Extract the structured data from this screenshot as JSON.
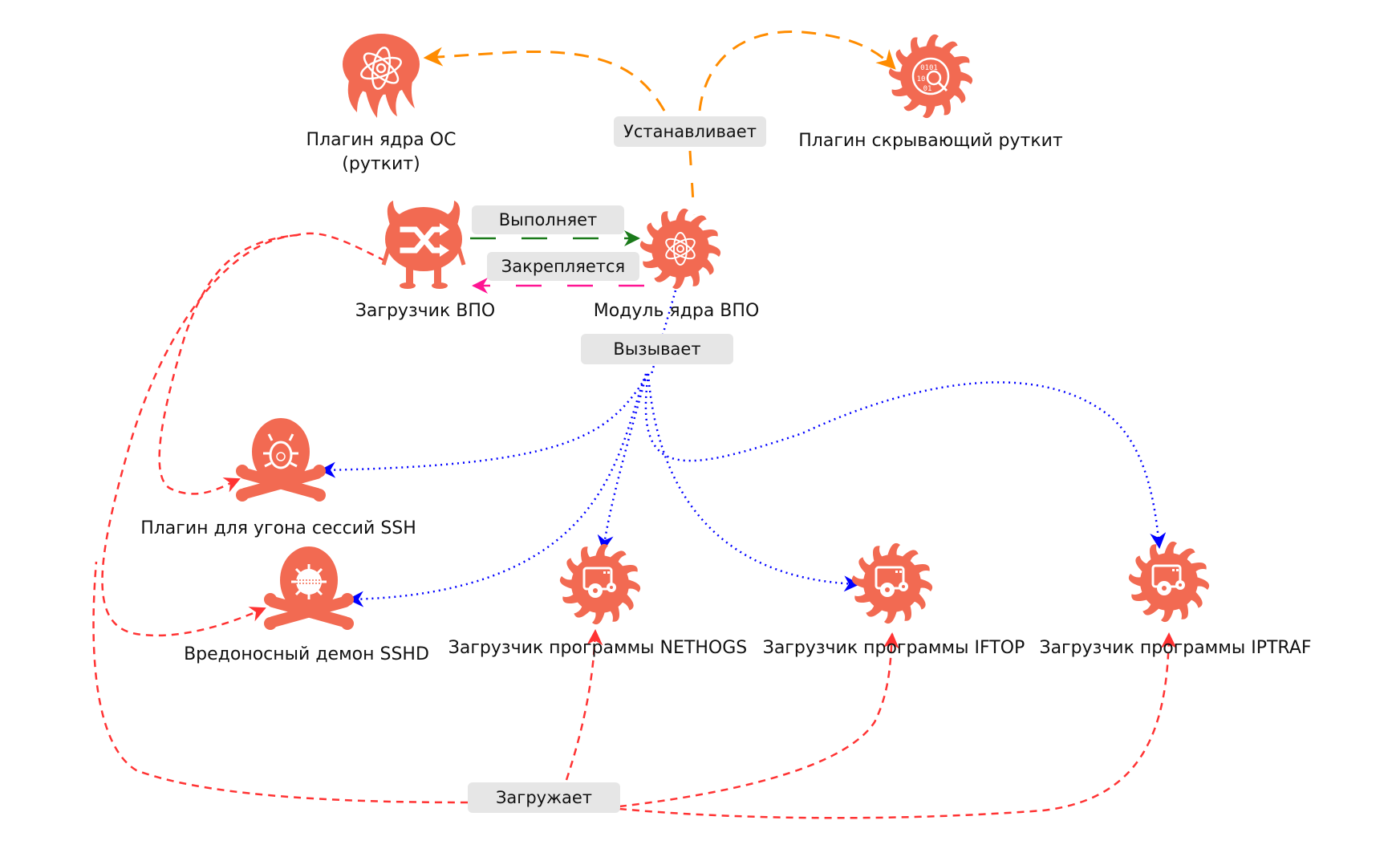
{
  "diagram": {
    "nodes": [
      {
        "id": "os_kernel_plugin",
        "label_lines": [
          "Плагин ядра ОС",
          "(руткит)"
        ],
        "icon": "octopus-atom-icon"
      },
      {
        "id": "rootkit_hider",
        "label_lines": [
          "Плагин скрывающий руткит"
        ],
        "icon": "sun-binary-magnifier-icon"
      },
      {
        "id": "malware_loader",
        "label_lines": [
          "Загрузчик ВПО"
        ],
        "icon": "devil-shuffle-icon"
      },
      {
        "id": "kernel_module",
        "label_lines": [
          "Модуль ядра ВПО"
        ],
        "icon": "sun-atom-icon"
      },
      {
        "id": "ssh_hijack_plugin",
        "label_lines": [
          "Плагин для угона сессий SSH"
        ],
        "icon": "skull-bug-biohazard-icon"
      },
      {
        "id": "malicious_sshd",
        "label_lines": [
          "Вредоносный демон SSHD"
        ],
        "icon": "skull-virus-icon"
      },
      {
        "id": "nethogs_loader",
        "label_lines": [
          "Загрузчик программы NETHOGS"
        ],
        "icon": "sun-app-gears-icon"
      },
      {
        "id": "iftop_loader",
        "label_lines": [
          "Загрузчик программы IFTOP"
        ],
        "icon": "sun-app-gears-icon"
      },
      {
        "id": "iptraf_loader",
        "label_lines": [
          "Загрузчик программы IPTRAF"
        ],
        "icon": "sun-app-gears-icon"
      }
    ],
    "edge_labels": {
      "installs": "Устанавливает",
      "executes": "Выполняет",
      "persists": "Закрепляется",
      "calls": "Вызывает",
      "loads": "Загружает"
    },
    "edges": [
      {
        "from": "kernel_module",
        "to": "os_kernel_plugin",
        "label": "installs",
        "style": "dashed",
        "color": "#ff8c00"
      },
      {
        "from": "kernel_module",
        "to": "rootkit_hider",
        "label": "installs",
        "style": "dashed",
        "color": "#ff8c00"
      },
      {
        "from": "malware_loader",
        "to": "kernel_module",
        "label": "executes",
        "style": "dashed",
        "color": "#1a7a1a"
      },
      {
        "from": "kernel_module",
        "to": "malware_loader",
        "label": "persists",
        "style": "dashed",
        "color": "#ff1493"
      },
      {
        "from": "kernel_module",
        "to": "ssh_hijack_plugin",
        "label": "calls",
        "style": "dotted",
        "color": "#0000ff"
      },
      {
        "from": "kernel_module",
        "to": "malicious_sshd",
        "label": "calls",
        "style": "dotted",
        "color": "#0000ff"
      },
      {
        "from": "kernel_module",
        "to": "nethogs_loader",
        "label": "calls",
        "style": "dotted",
        "color": "#0000ff"
      },
      {
        "from": "kernel_module",
        "to": "iftop_loader",
        "label": "calls",
        "style": "dotted",
        "color": "#0000ff"
      },
      {
        "from": "kernel_module",
        "to": "iptraf_loader",
        "label": "calls",
        "style": "dotted",
        "color": "#0000ff"
      },
      {
        "from": "malware_loader",
        "to": "ssh_hijack_plugin",
        "label": "loads",
        "style": "dashed",
        "color": "#ff3333"
      },
      {
        "from": "malware_loader",
        "to": "malicious_sshd",
        "label": "loads",
        "style": "dashed",
        "color": "#ff3333"
      },
      {
        "from": "malware_loader",
        "to": "nethogs_loader",
        "label": "loads",
        "style": "dashed",
        "color": "#ff3333"
      },
      {
        "from": "malware_loader",
        "to": "iftop_loader",
        "label": "loads",
        "style": "dashed",
        "color": "#ff3333"
      },
      {
        "from": "malware_loader",
        "to": "iptraf_loader",
        "label": "loads",
        "style": "dashed",
        "color": "#ff3333"
      }
    ],
    "colors": {
      "icon_fill": "#f26a52",
      "label_bg": "#e6e6e6",
      "install_edge": "#ff8c00",
      "execute_edge": "#1a7a1a",
      "persist_edge": "#ff1493",
      "call_edge": "#0000ff",
      "load_edge": "#ff3333"
    }
  }
}
